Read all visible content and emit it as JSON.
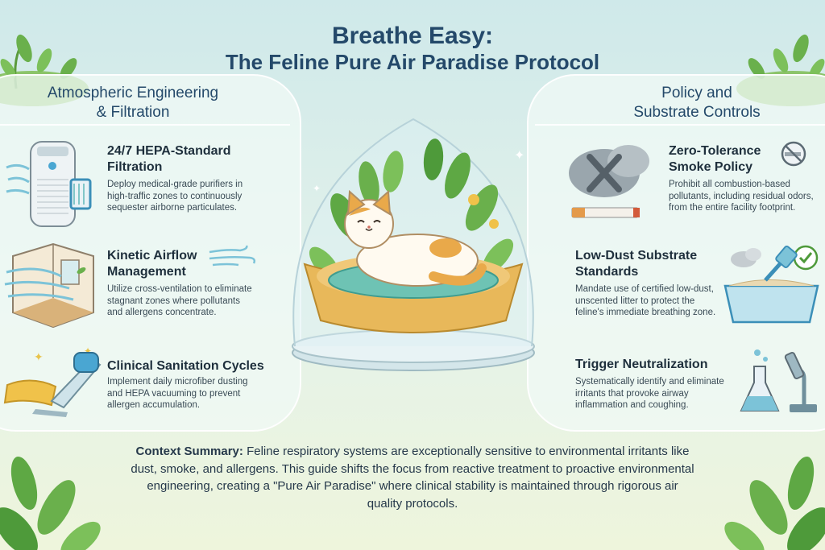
{
  "header": {
    "title_line1": "Breathe Easy:",
    "title_line2": "The Feline Pure Air Paradise Protocol"
  },
  "left_section": {
    "heading_line1": "Atmospheric Engineering",
    "heading_line2": "& Filtration",
    "items": [
      {
        "title": "24/7 HEPA-Standard Filtration",
        "description": "Deploy medical-grade purifiers in high-traffic zones to continuously sequester airborne particulates.",
        "icon": "air-purifier-icon"
      },
      {
        "title": "Kinetic Airflow Management",
        "description": "Utilize cross-ventilation to eliminate stagnant zones where pollutants and allergens concentrate.",
        "icon": "airflow-room-icon"
      },
      {
        "title": "Clinical Sanitation Cycles",
        "description": "Implement daily microfiber dusting and HEPA vacuuming to prevent allergen accumulation.",
        "icon": "vacuum-cloth-icon"
      }
    ]
  },
  "right_section": {
    "heading_line1": "Policy and",
    "heading_line2": "Substrate Controls",
    "items": [
      {
        "title": "Zero-Tolerance Smoke Policy",
        "description": "Prohibit all combustion-based pollutants, including residual odors, from the entire facility footprint.",
        "icon": "no-smoking-icon"
      },
      {
        "title": "Low-Dust Substrate Standards",
        "description": "Mandate use of certified low-dust, unscented litter to protect the feline's immediate breathing zone.",
        "icon": "litter-box-icon"
      },
      {
        "title": "Trigger Neutralization",
        "description": "Systematically identify and eliminate irritants that provoke airway inflammation and coughing.",
        "icon": "lab-microscope-icon"
      }
    ]
  },
  "summary": {
    "label": "Context Summary:",
    "text": "Feline respiratory systems are exceptionally sensitive to environmental irritants like dust, smoke, and allergens. This guide shifts the focus from reactive treatment to proactive environmental engineering, creating a \"Pure Air Paradise\" where clinical stability is maintained through rigorous air quality protocols."
  },
  "colors": {
    "title": "#24496a",
    "accent_teal": "#5fb8b8",
    "leaf_green": "#6ab04c",
    "cat_orange": "#e9a94a"
  }
}
